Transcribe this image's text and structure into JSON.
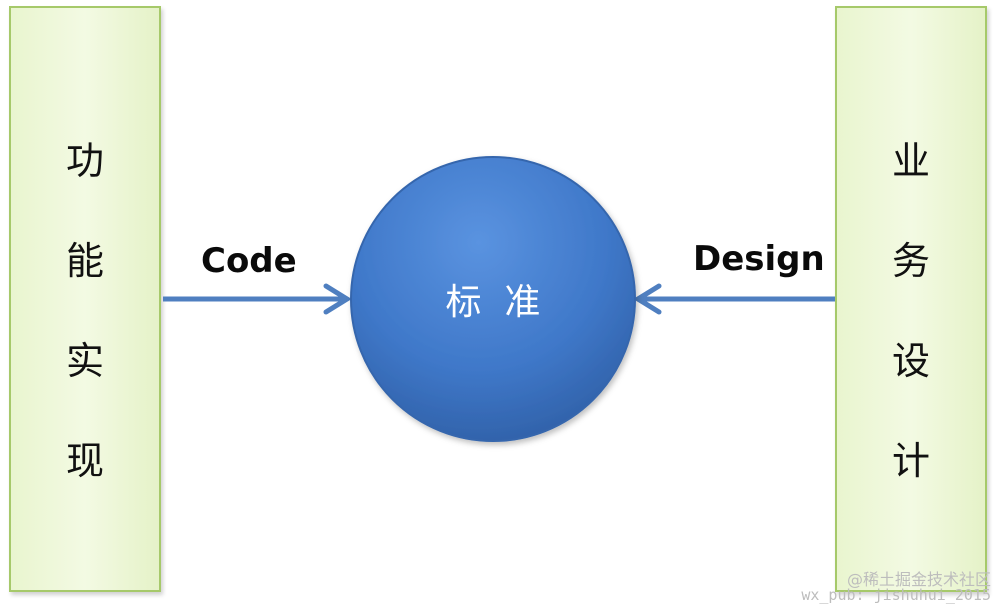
{
  "left_box": {
    "chars": [
      "功",
      "能",
      "实",
      "现"
    ]
  },
  "right_box": {
    "chars": [
      "业",
      "务",
      "设",
      "计"
    ]
  },
  "center": {
    "label": "标  准"
  },
  "arrows": {
    "left_label": "Code",
    "right_label": "Design"
  },
  "colors": {
    "box_fill": "#eef7d8",
    "box_border": "#a6c96a",
    "circle_fill": "#3f78c9",
    "arrow": "#4f7fc0"
  },
  "watermark": {
    "line1": "@稀土掘金技术社区",
    "line2": "wx_pub: jishuhui_2015"
  }
}
